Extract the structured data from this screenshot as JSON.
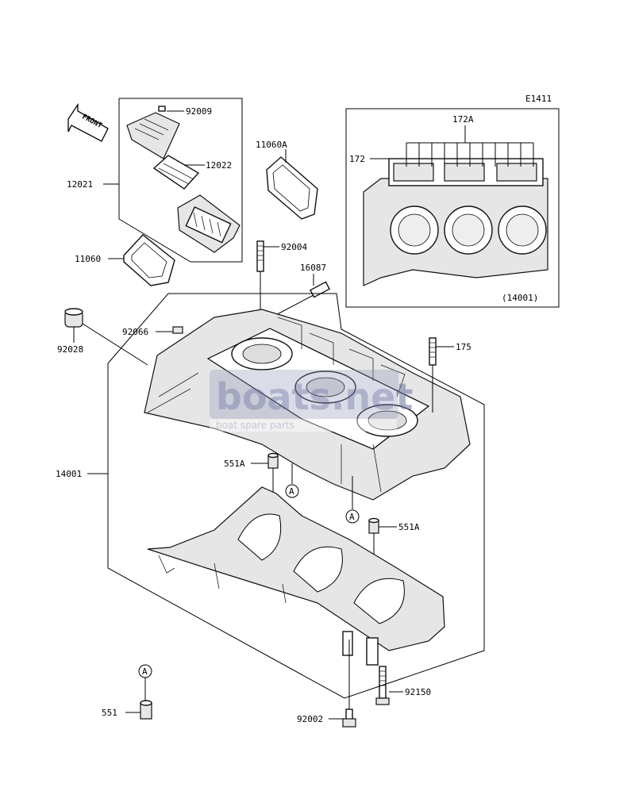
{
  "diagram": {
    "code": "E1411",
    "front_label": "FRONT",
    "labels": {
      "p92009": "92009",
      "p12022": "12022",
      "p12021": "12021",
      "p11060A": "11060A",
      "p11060": "11060",
      "p92004": "92004",
      "p16087": "16087",
      "p92028": "92028",
      "p92066": "92066",
      "p175": "175",
      "p14001": "14001",
      "p551A_1": "551A",
      "p551A_2": "551A",
      "p551": "551",
      "p92150": "92150",
      "p92002": "92002",
      "p172A": "172A",
      "p172": "172",
      "p14001_ref": "(14001)"
    },
    "ref_marker": "A",
    "watermark": {
      "logo": "boats.net",
      "tagline": "boat spare parts"
    }
  }
}
